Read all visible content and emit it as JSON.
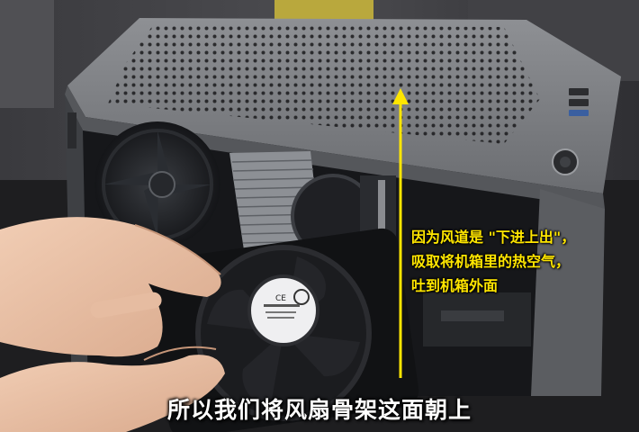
{
  "annotation": {
    "lines": [
      "因为风道是 \"下进上出\"，",
      "吸取将机箱里的热空气，",
      "吐到机箱外面"
    ],
    "color": "#ffe600"
  },
  "subtitle": "所以我们将风扇骨架这面朝上",
  "fan_label": "CE"
}
